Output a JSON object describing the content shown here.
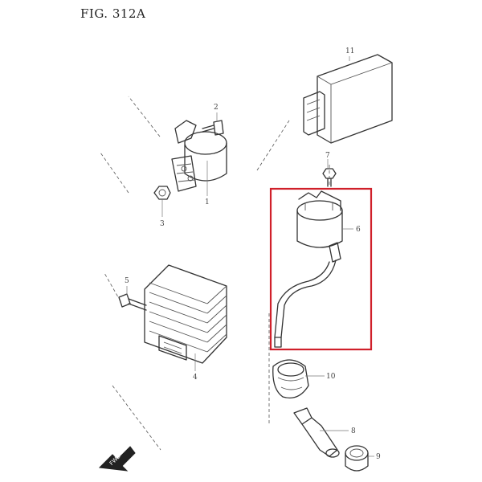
{
  "figure": {
    "title": "FIG. 312A"
  },
  "colors": {
    "highlight": "#d0202a",
    "line": "#333333"
  },
  "callouts": {
    "c1": "1",
    "c2": "2",
    "c3": "3",
    "c4": "4",
    "c5": "5",
    "c6": "6",
    "c7": "7",
    "c8": "8",
    "c9": "9",
    "c10": "10",
    "c11": "11"
  },
  "fwd_label": "FWD"
}
